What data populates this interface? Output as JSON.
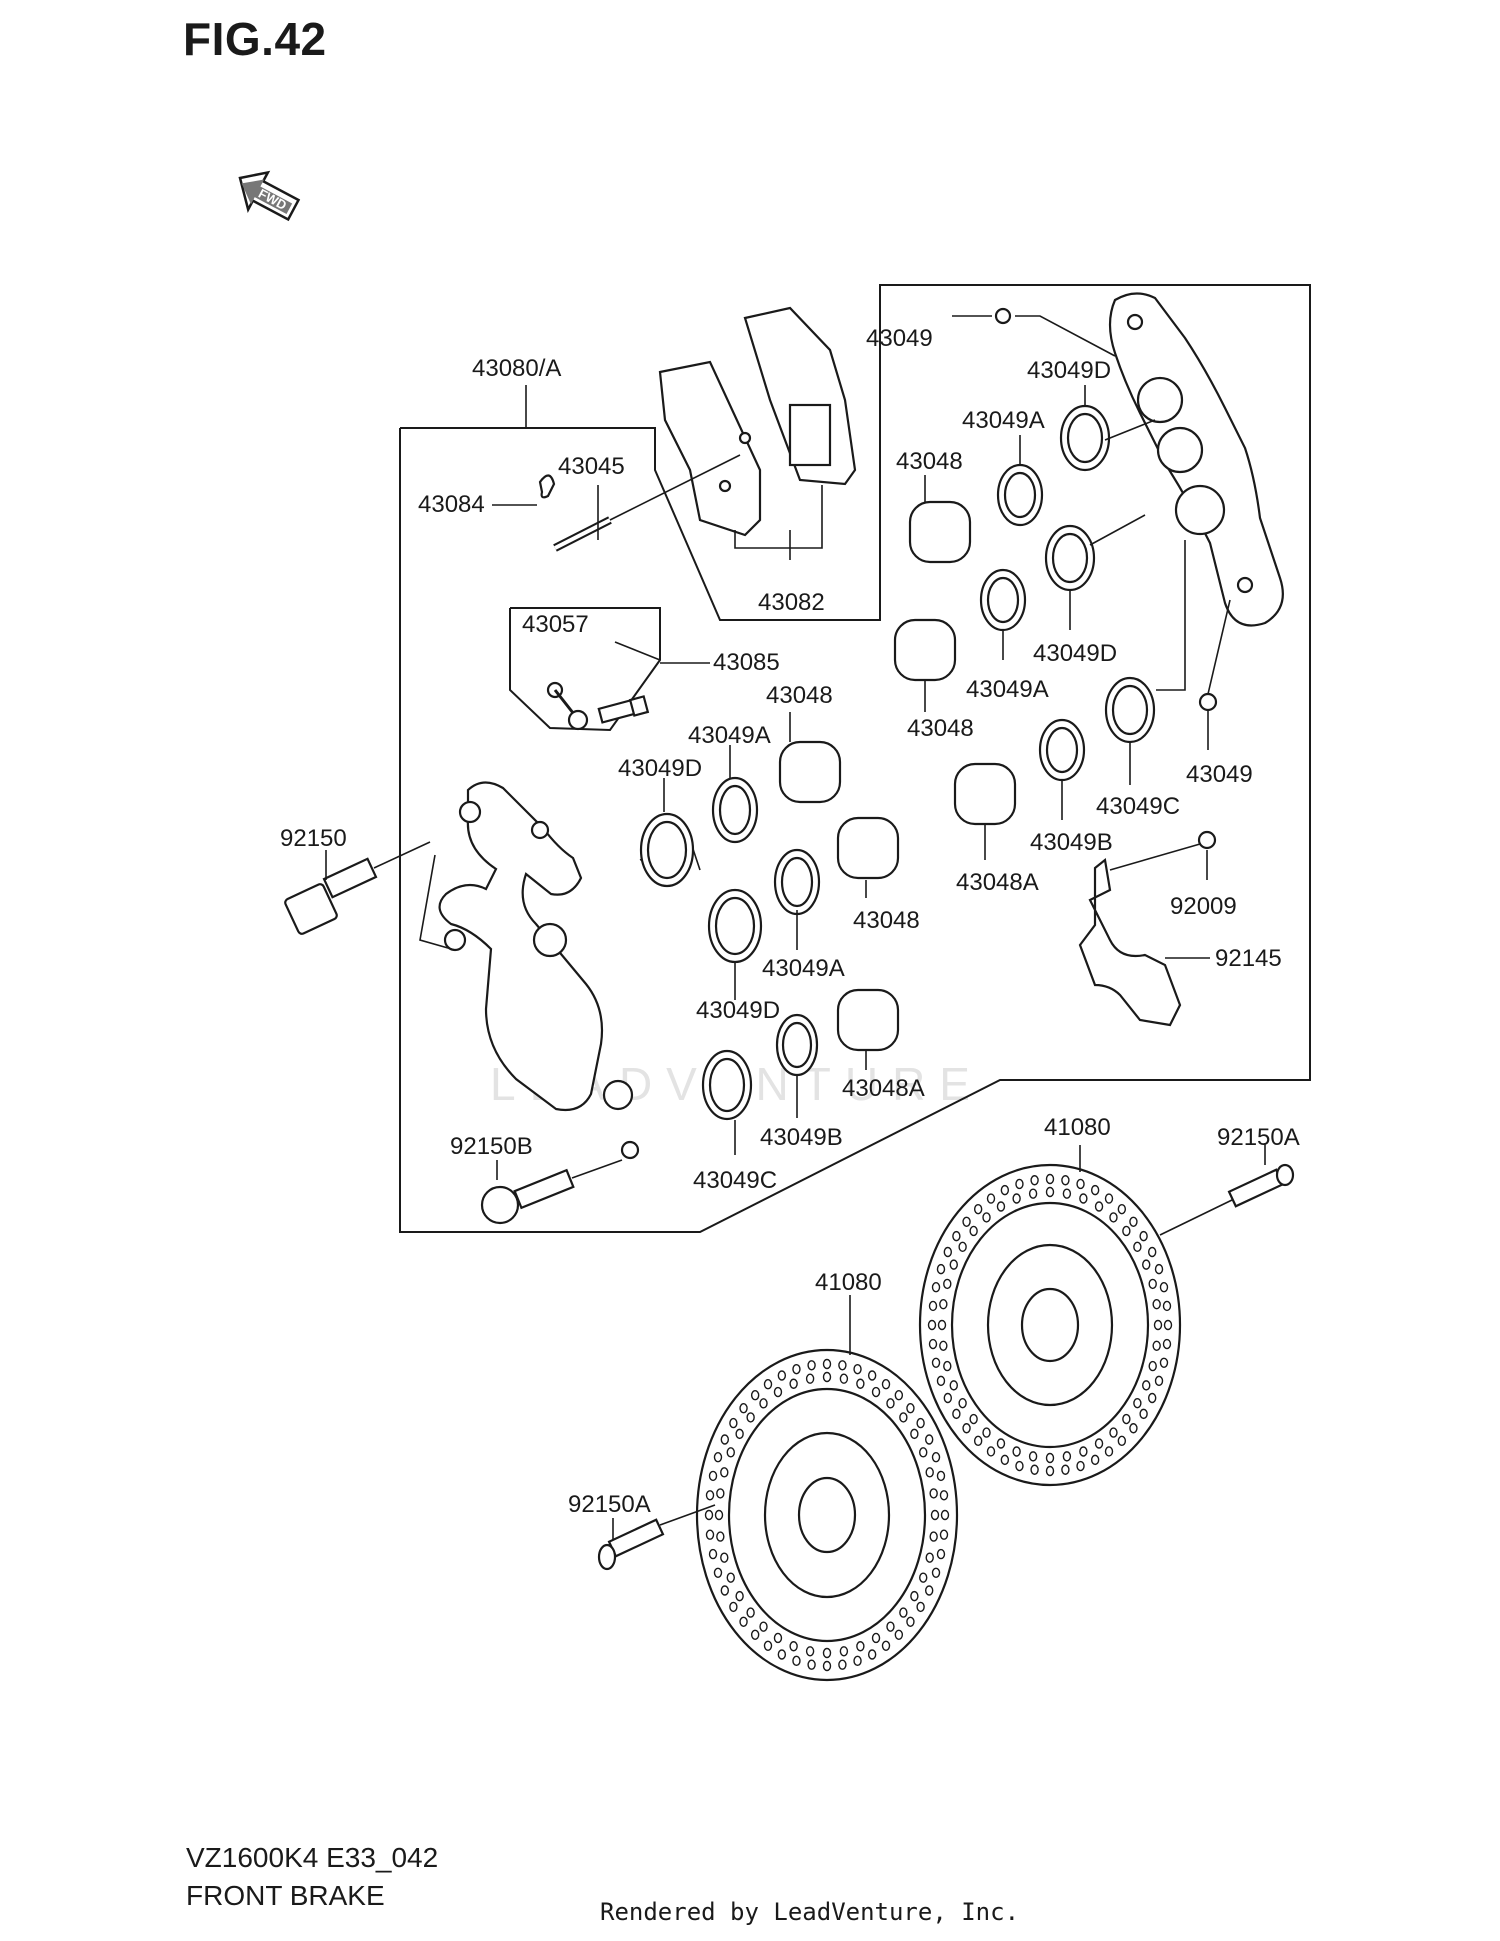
{
  "figure": {
    "title": "FIG.42"
  },
  "fwd_icon": {
    "text": "FWD",
    "icon": "forward-arrow-icon"
  },
  "watermark": {
    "text": "LEADVENTURE"
  },
  "labels": {
    "l_43080A": "43080/A",
    "l_43045": "43045",
    "l_43084": "43084",
    "l_43082": "43082",
    "l_43057": "43057",
    "l_43085": "43085",
    "l_43048_a": "43048",
    "l_43049A_a": "43049A",
    "l_43049D_a": "43049D",
    "l_92150": "92150",
    "l_43048_b": "43048",
    "l_43049A_b": "43049A",
    "l_43049D_b": "43049D",
    "l_43048A_a": "43048A",
    "l_43049B_a": "43049B",
    "l_43049C_a": "43049C",
    "l_92150B": "92150B",
    "l_43049_top": "43049",
    "l_43049D_top": "43049D",
    "l_43049A_top": "43049A",
    "l_43048_top": "43048",
    "l_43049D_mid": "43049D",
    "l_43049A_mid": "43049A",
    "l_43048_mid": "43048",
    "l_43049_right": "43049",
    "l_43049C_right": "43049C",
    "l_43049B_right": "43049B",
    "l_43048A_right": "43048A",
    "l_92009": "92009",
    "l_92145": "92145",
    "l_41080_a": "41080",
    "l_92150A_a": "92150A",
    "l_41080_b": "41080",
    "l_92150A_b": "92150A"
  },
  "footer": {
    "model_code": "VZ1600K4 E33_042",
    "section_name": "FRONT BRAKE",
    "rendered_by": "Rendered by LeadVenture, Inc."
  }
}
